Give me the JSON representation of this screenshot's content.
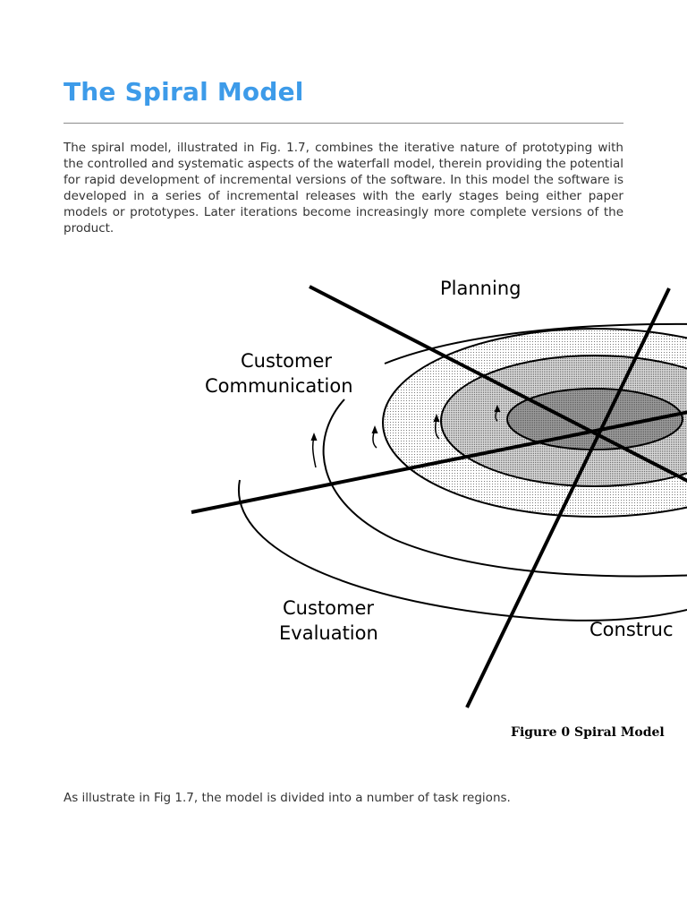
{
  "page": {
    "title": "The Spiral Model",
    "intro_paragraph": "The spiral model, illustrated in Fig. 1.7, combines the iterative nature of prototyping with the controlled and systematic aspects of the waterfall model, therein providing the potential for rapid development of incremental versions of the software. In this model the software is developed in a series of incremental releases with the early stages being either paper models or prototypes. Later iterations become increasingly more complete versions of the product.",
    "closing_paragraph": "As illustrate in Fig 1.7, the model is divided into a number of task regions."
  },
  "figure": {
    "labels": {
      "planning": "Planning",
      "customer_communication_line1": "Customer",
      "customer_communication_line2": "Communication",
      "customer_evaluation_line1": "Customer",
      "customer_evaluation_line2": "Evaluation",
      "construction": "Construc"
    },
    "caption": "Figure 0 Spiral Model"
  },
  "colors": {
    "title": "#3d9be9",
    "body_text": "#333333",
    "rule": "#8c8c8c",
    "diagram_ink": "#000000"
  }
}
